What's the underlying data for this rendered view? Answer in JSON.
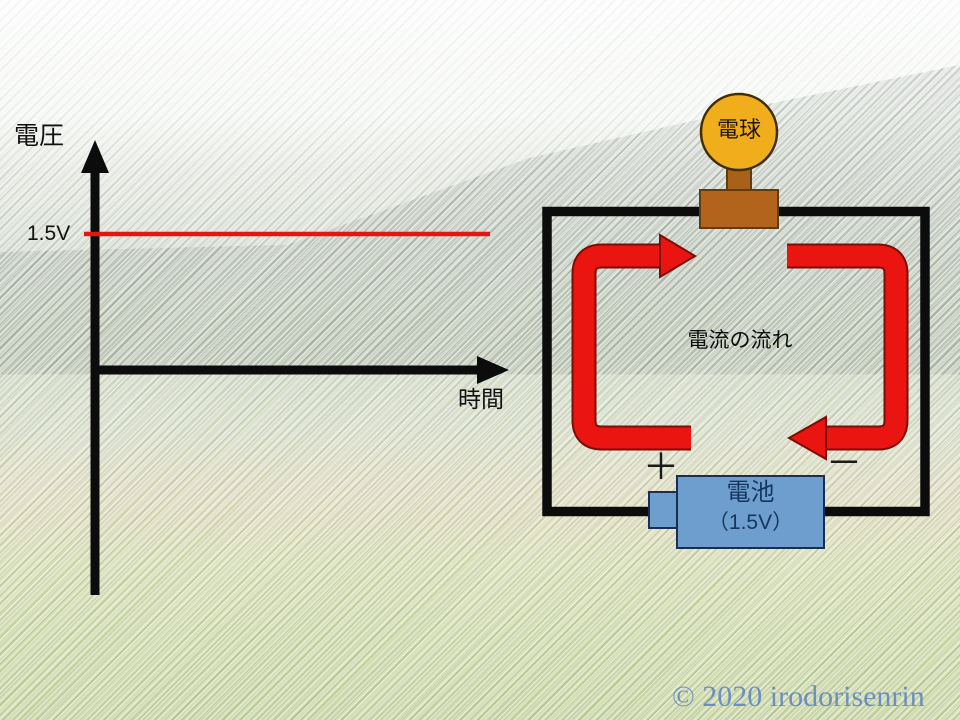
{
  "graph": {
    "y_axis_label": "電圧",
    "value_label": "1.5V",
    "x_axis_label": "時間"
  },
  "circuit": {
    "bulb_label": "電球",
    "current_flow_label": "電流の流れ",
    "plus_sign": "＋",
    "minus_sign": "－",
    "battery_label": "電池",
    "battery_voltage_label": "（1.5V）"
  },
  "footer": {
    "copyright": "© 2020 irodorisenrin"
  },
  "colors": {
    "red_line": "#e01712",
    "arrow_red": "#ea1410",
    "arrow_outline": "#7c0d08",
    "axis_black": "#0c0c0c",
    "bulb_yellow": "#f0ad1c",
    "socket_brown": "#b2641d",
    "battery_blue": "#6d9ece",
    "battery_text_navy": "#17365d",
    "copyright_blue": "#577fc2"
  },
  "chart_data": {
    "type": "line",
    "title": "",
    "xlabel": "時間",
    "ylabel": "電圧",
    "y_tick_labels": [
      "1.5V"
    ],
    "series": [
      {
        "name": "電圧",
        "y_constant": 1.5,
        "note": "horizontal red line at 1.5V over full time axis"
      }
    ],
    "grid": false,
    "legend": false
  }
}
